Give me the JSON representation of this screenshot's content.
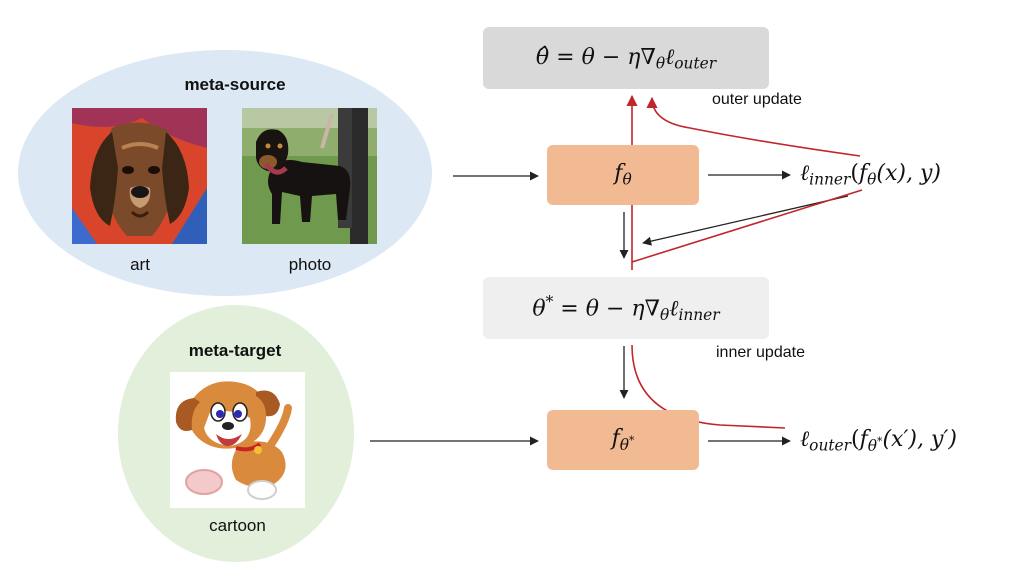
{
  "meta_source": {
    "title": "meta-source",
    "images": [
      {
        "caption": "art",
        "icon": "painted-dog-art"
      },
      {
        "caption": "photo",
        "icon": "rottweiler-photo"
      }
    ]
  },
  "meta_target": {
    "title": "meta-target",
    "images": [
      {
        "caption": "cartoon",
        "icon": "cartoon-puppy"
      }
    ]
  },
  "outer_equation": {
    "hat_theta": "θ̂",
    "eq": "=",
    "theta": "θ",
    "minus": "−",
    "eta": "η",
    "nabla": "∇",
    "nabla_sub": "θ",
    "ell": "ℓ",
    "ell_sub": "outer"
  },
  "inner_equation": {
    "theta": "θ",
    "star": "*",
    "eq": "=",
    "theta2": "θ",
    "minus": "−",
    "eta": "η",
    "nabla": "∇",
    "nabla_sub": "θ",
    "ell": "ℓ",
    "ell_sub": "inner"
  },
  "model_top": {
    "f": "f",
    "sub": "θ"
  },
  "model_bottom": {
    "f": "f",
    "sub": "θ",
    "sub_star": "*"
  },
  "inner_loss": {
    "ell": "ℓ",
    "sub": "inner",
    "open": "(",
    "f": "f",
    "f_sub": "θ",
    "args": "(x), y)"
  },
  "outer_loss": {
    "ell": "ℓ",
    "sub": "outer",
    "open": "(",
    "f": "f",
    "f_sub": "θ",
    "f_sub_star": "*",
    "args": "(x′), y′)"
  },
  "labels": {
    "outer_update": "outer update",
    "inner_update": "inner update"
  },
  "colors": {
    "source_ellipse": "#dce8f4",
    "target_ellipse": "#e2efdb",
    "model_box": "#f2ba92",
    "outer_eq_box": "#d9d9d9",
    "inner_eq_box": "#efefef",
    "gradient_arrow": "#c0272d",
    "flow_arrow": "#222222"
  }
}
